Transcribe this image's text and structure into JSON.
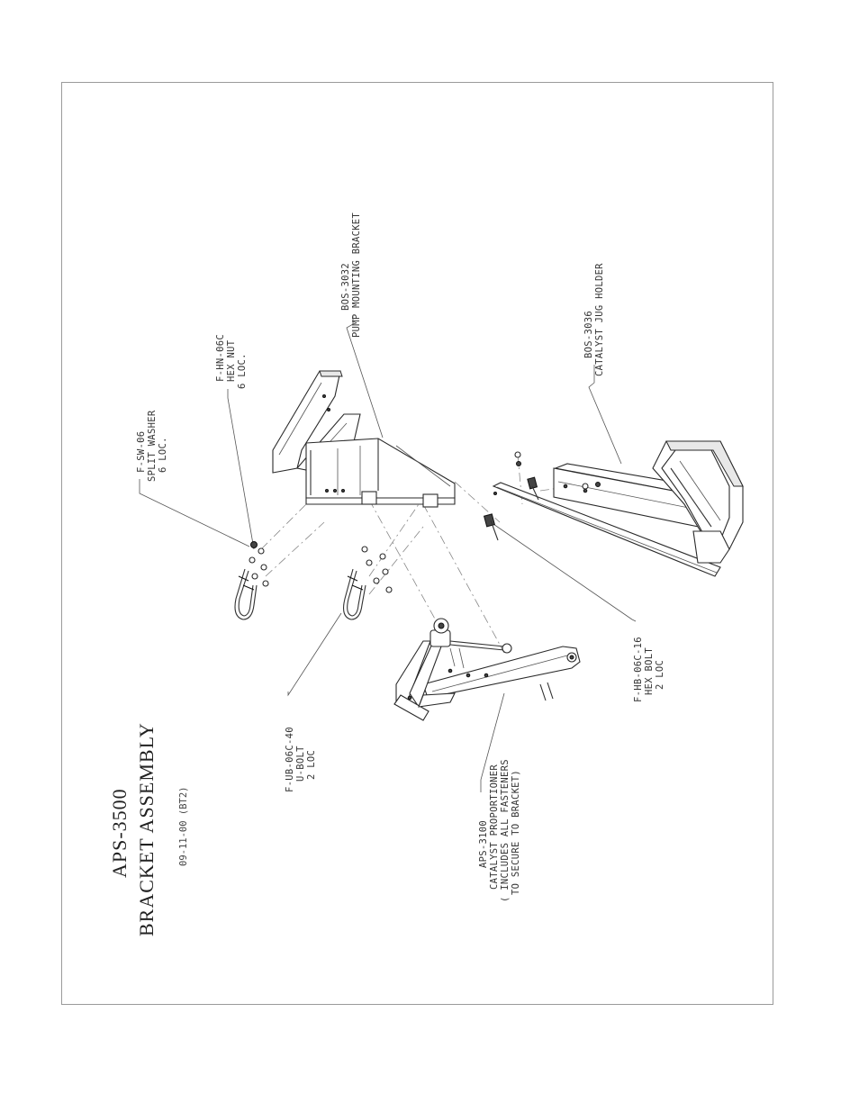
{
  "title": {
    "model": "APS-3500",
    "name": "BRACKET ASSEMBLY",
    "date_code": "09-11-00 (BT2)"
  },
  "callouts": {
    "split_washer": [
      "F-SW-06",
      "SPLIT WASHER",
      "6 LOC."
    ],
    "hex_nut": [
      "F-HN-06C",
      "HEX NUT",
      "6 LOC."
    ],
    "pump_bracket": [
      "BOS-3032",
      "PUMP MOUNTING BRACKET"
    ],
    "jug_holder": [
      "BOS-3036",
      "CATALYST JUG HOLDER"
    ],
    "u_bolt": [
      "F-UB-06C-40",
      "U-BOLT",
      "2 LOC"
    ],
    "hex_bolt": [
      "F-HB-06C-16",
      "HEX BOLT",
      "2 LOC"
    ],
    "proportioner": [
      "APS-3100",
      "CATALYST PROPORTIONER",
      "( INCLUDES ALL FASTENERS",
      "TO SECURE TO BRACKET)"
    ]
  }
}
